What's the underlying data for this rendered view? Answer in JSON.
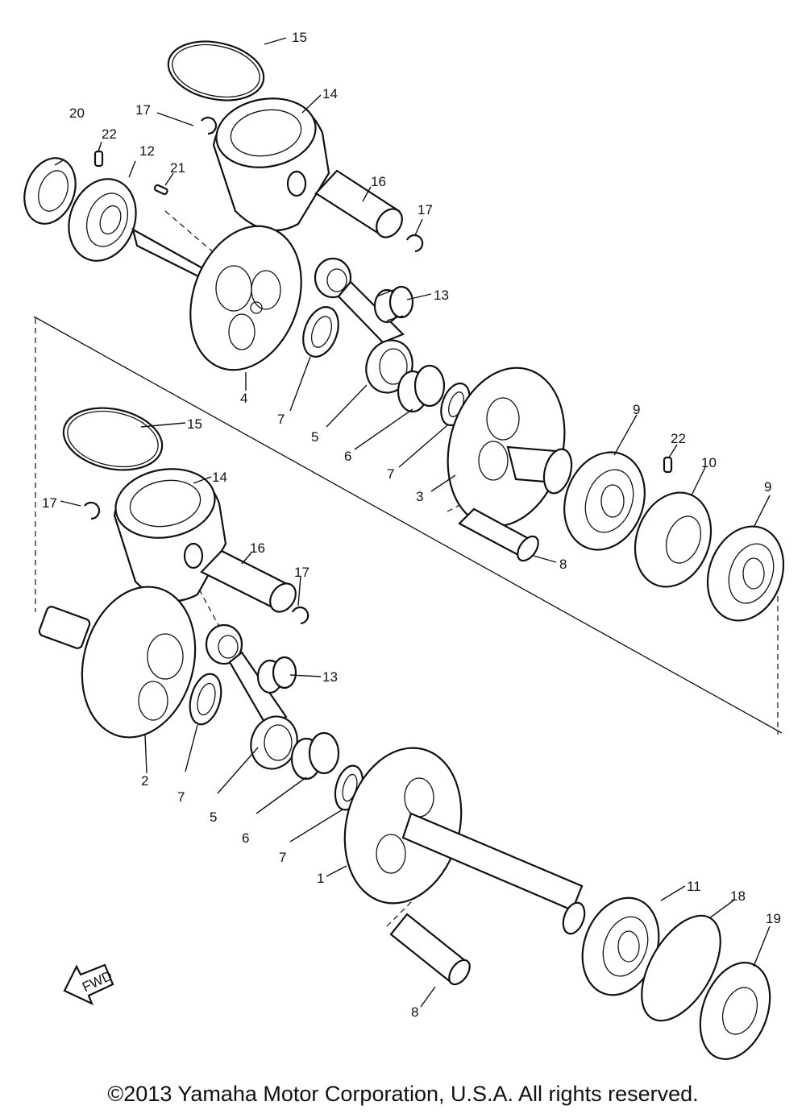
{
  "callouts": {
    "c1": "1",
    "c2": "2",
    "c3": "3",
    "c4": "4",
    "c5a": "5",
    "c5b": "5",
    "c6a": "6",
    "c6b": "6",
    "c7a": "7",
    "c7b": "7",
    "c7c": "7",
    "c7d": "7",
    "c8a": "8",
    "c8b": "8",
    "c9a": "9",
    "c9b": "9",
    "c10": "10",
    "c11": "11",
    "c12": "12",
    "c13a": "13",
    "c13b": "13",
    "c14a": "14",
    "c14b": "14",
    "c15a": "15",
    "c15b": "15",
    "c16a": "16",
    "c16b": "16",
    "c17a": "17",
    "c17b": "17",
    "c17c": "17",
    "c17d": "17",
    "c18": "18",
    "c19": "19",
    "c20": "20",
    "c21": "21",
    "c22a": "22",
    "c22b": "22"
  },
  "fwd_label": "FWD",
  "copyright": "©2013 Yamaha Motor Corporation, U.S.A. All rights reserved."
}
